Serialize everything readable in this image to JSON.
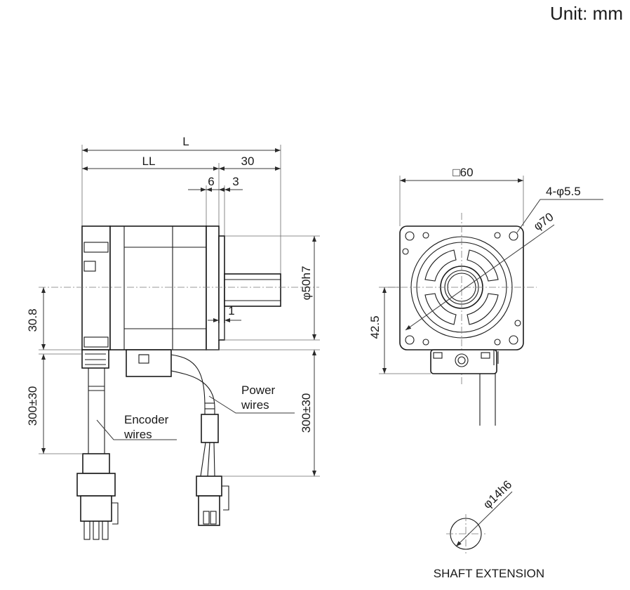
{
  "unit_label": "Unit: mm",
  "side_view": {
    "dim_L": "L",
    "dim_LL": "LL",
    "dim_30": "30",
    "dim_6": "6",
    "dim_3": "3",
    "dim_1": "1",
    "dim_pilot": "φ50h7",
    "dim_30_8": "30.8",
    "dim_cable_left": "300±30",
    "dim_cable_right": "300±30",
    "label_power": [
      "Power",
      "wires"
    ],
    "label_encoder": [
      "Encoder",
      "wires"
    ]
  },
  "front_view": {
    "dim_square": "□60",
    "dim_holes": "4-φ5.5",
    "dim_pcd": "φ70",
    "dim_42_5": "42.5"
  },
  "shaft_view": {
    "dim_shaft": "φ14h6",
    "title": "SHAFT EXTENSION"
  }
}
